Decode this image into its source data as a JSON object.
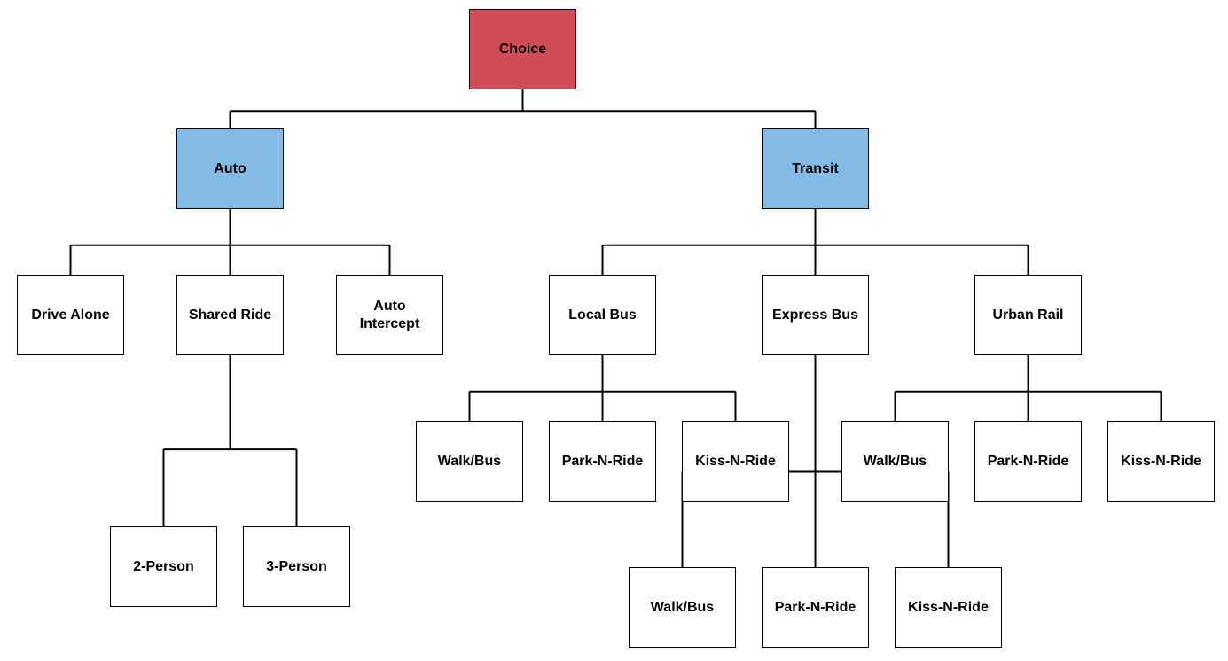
{
  "colors": {
    "root_fill": "#d04c57",
    "category_fill": "#84bbe6",
    "leaf_fill": "#ffffff",
    "line": "#000000"
  },
  "diagram": {
    "choice": "Choice",
    "auto": "Auto",
    "transit": "Transit",
    "drive_alone": "Drive Alone",
    "shared_ride": "Shared Ride",
    "auto_intercept": "Auto\nIntercept",
    "local_bus": "Local Bus",
    "express_bus": "Express Bus",
    "urban_rail": "Urban Rail",
    "two_person": "2-Person",
    "three_person": "3-Person",
    "local_walk_bus": "Walk/Bus",
    "local_park_n_ride": "Park-N-Ride",
    "local_kiss_n_ride": "Kiss-N-Ride",
    "rail_walk_bus": "Walk/Bus",
    "rail_park_n_ride": "Park-N-Ride",
    "rail_kiss_n_ride": "Kiss-N-Ride",
    "express_walk_bus": "Walk/Bus",
    "express_park_n_ride": "Park-N-Ride",
    "express_kiss_n_ride": "Kiss-N-Ride"
  },
  "edges": [
    [
      "choice",
      "auto"
    ],
    [
      "choice",
      "transit"
    ],
    [
      "auto",
      "drive_alone"
    ],
    [
      "auto",
      "shared_ride"
    ],
    [
      "auto",
      "auto_intercept"
    ],
    [
      "transit",
      "local_bus"
    ],
    [
      "transit",
      "express_bus"
    ],
    [
      "transit",
      "urban_rail"
    ],
    [
      "shared_ride",
      "two_person"
    ],
    [
      "shared_ride",
      "three_person"
    ],
    [
      "local_bus",
      "local_walk_bus"
    ],
    [
      "local_bus",
      "local_park_n_ride"
    ],
    [
      "local_bus",
      "local_kiss_n_ride"
    ],
    [
      "urban_rail",
      "rail_walk_bus"
    ],
    [
      "urban_rail",
      "rail_park_n_ride"
    ],
    [
      "urban_rail",
      "rail_kiss_n_ride"
    ],
    [
      "express_bus",
      "express_walk_bus"
    ],
    [
      "express_bus",
      "express_park_n_ride"
    ],
    [
      "express_bus",
      "express_kiss_n_ride"
    ]
  ]
}
